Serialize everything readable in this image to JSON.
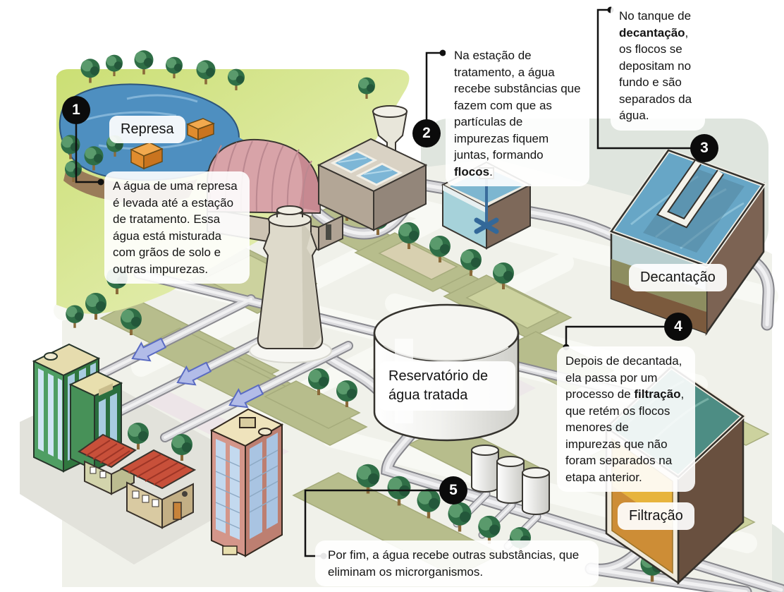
{
  "figure_subject": "Etapas do tratamento de água (water treatment steps infographic)",
  "labels": {
    "represa": "Represa",
    "decantacao": "Decantação",
    "filtracao": "Filtração",
    "reservatorio": "Reservatório de água tratada"
  },
  "callouts": [
    {
      "number": "1",
      "segments": [
        {
          "text": "A água de uma represa é levada até a estação de tratamento. Essa água está misturada com grãos de solo e outras impurezas.",
          "bold": false
        }
      ]
    },
    {
      "number": "2",
      "segments": [
        {
          "text": "Na estação de tratamento, a água recebe substâncias que fazem com que as partículas de impurezas fiquem juntas, formando ",
          "bold": false
        },
        {
          "text": "flocos",
          "bold": true
        },
        {
          "text": ".",
          "bold": false
        }
      ]
    },
    {
      "number": "3",
      "segments": [
        {
          "text": "No tanque de ",
          "bold": false
        },
        {
          "text": "decantação",
          "bold": true
        },
        {
          "text": ", os flocos se depositam no fundo e são separados da água.",
          "bold": false
        }
      ]
    },
    {
      "number": "4",
      "segments": [
        {
          "text": "Depois de decantada, ela passa por um processo de ",
          "bold": false
        },
        {
          "text": "filtração",
          "bold": true
        },
        {
          "text": ", que retém os flocos menores de impurezas que não foram separados na etapa anterior.",
          "bold": false
        }
      ]
    },
    {
      "number": "5",
      "segments": [
        {
          "text": "Por fim, a água recebe outras substâncias, que eliminam os microrganismos.",
          "bold": false
        }
      ]
    }
  ],
  "colors": {
    "badge": "#0b0b0b",
    "callout_bg": "#ffffff",
    "text": "#141414",
    "lake_water": "#4e8fc0",
    "tank_water": "#67a6c6",
    "grass": "#cfe07c",
    "city_block": "#b7bd8c",
    "pipe": "#d7d7da",
    "arrow_blue": "#b2bce8",
    "roof_red": "#c8503a",
    "sediment_brown": "#7b5a3d",
    "sand_yellow": "#e7b43d",
    "arch_pink": "#d8a3a8"
  }
}
